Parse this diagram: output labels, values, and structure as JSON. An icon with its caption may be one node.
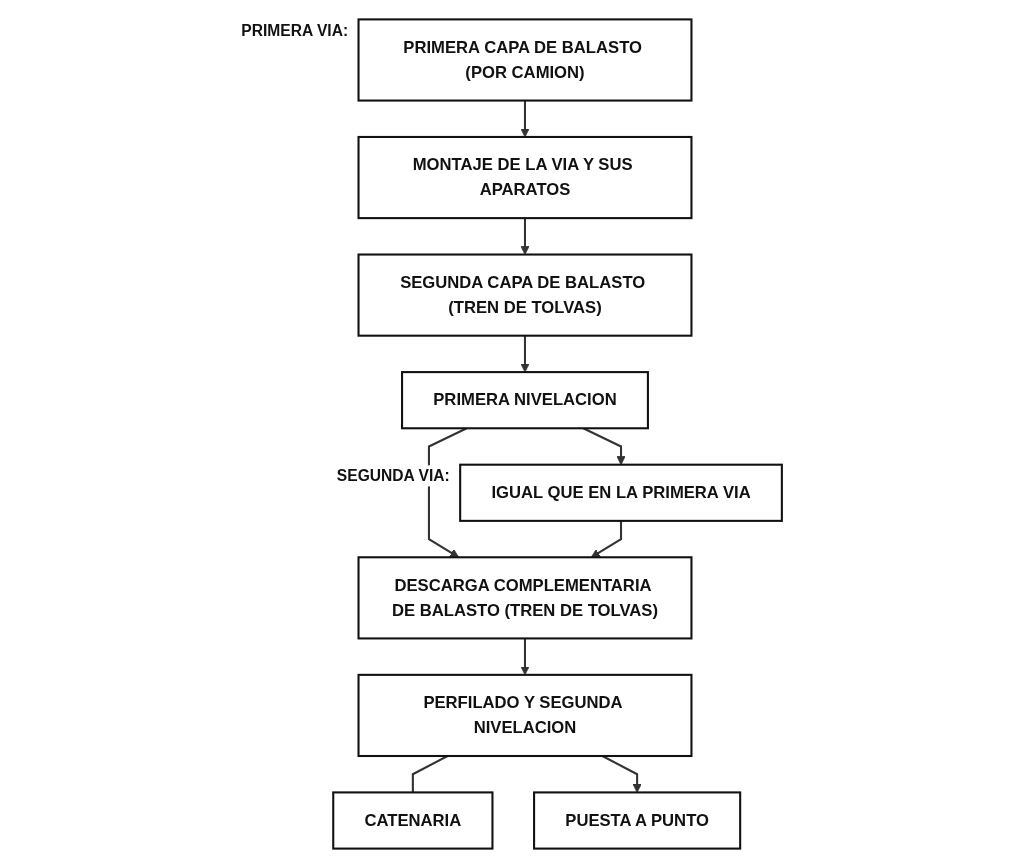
{
  "diagram": {
    "nodes": [
      {
        "text": [
          "PRIMERA CAPA DE BALASTO (POR CAMION)"
        ],
        "beside": [
          "PRIMERA VIA:"
        ]
      },
      {
        "text": [
          "MONTAJE DE LA VIA Y SUS APARATOS"
        ]
      },
      {
        "text": [
          "SEGUNDA CAPA DE BALASTO (TREN DE TOLVAS)"
        ]
      },
      {
        "text": [
          "PRIMERA NIVELACION"
        ]
      },
      {
        "text": [
          "IGUAL QUE EN LA PRIMERA VIA"
        ],
        "beside": [
          "SEGUNDA VIA:"
        ]
      },
      {
        "text": [
          "DESCARGA COMPLEMENTARIA DE BALASTO (TREN DE TOLVAS)"
        ]
      },
      {
        "text": [
          "PERFILADO Y SEGUNDA NIVELACION"
        ]
      },
      {
        "text": [
          "CATENARIA"
        ]
      },
      {
        "text": [
          "PUESTA A PUNTO"
        ]
      }
    ],
    "edges": [
      {
        "from": 0,
        "to": 1,
        "arrow": "to"
      },
      {
        "from": 1,
        "to": 2,
        "arrow": "to"
      },
      {
        "from": 2,
        "to": 3,
        "arrow": "to"
      },
      {
        "from": 3,
        "to": 4,
        "arrow": "to"
      },
      {
        "from": 3,
        "to": 5,
        "arrow": "to"
      },
      {
        "from": 4,
        "to": 5,
        "arrow": "to"
      },
      {
        "from": 5,
        "to": 6,
        "arrow": "to"
      },
      {
        "from": 6,
        "to": 7,
        "arrow": "none"
      },
      {
        "from": 6,
        "to": 8,
        "arrow": "to"
      }
    ]
  }
}
